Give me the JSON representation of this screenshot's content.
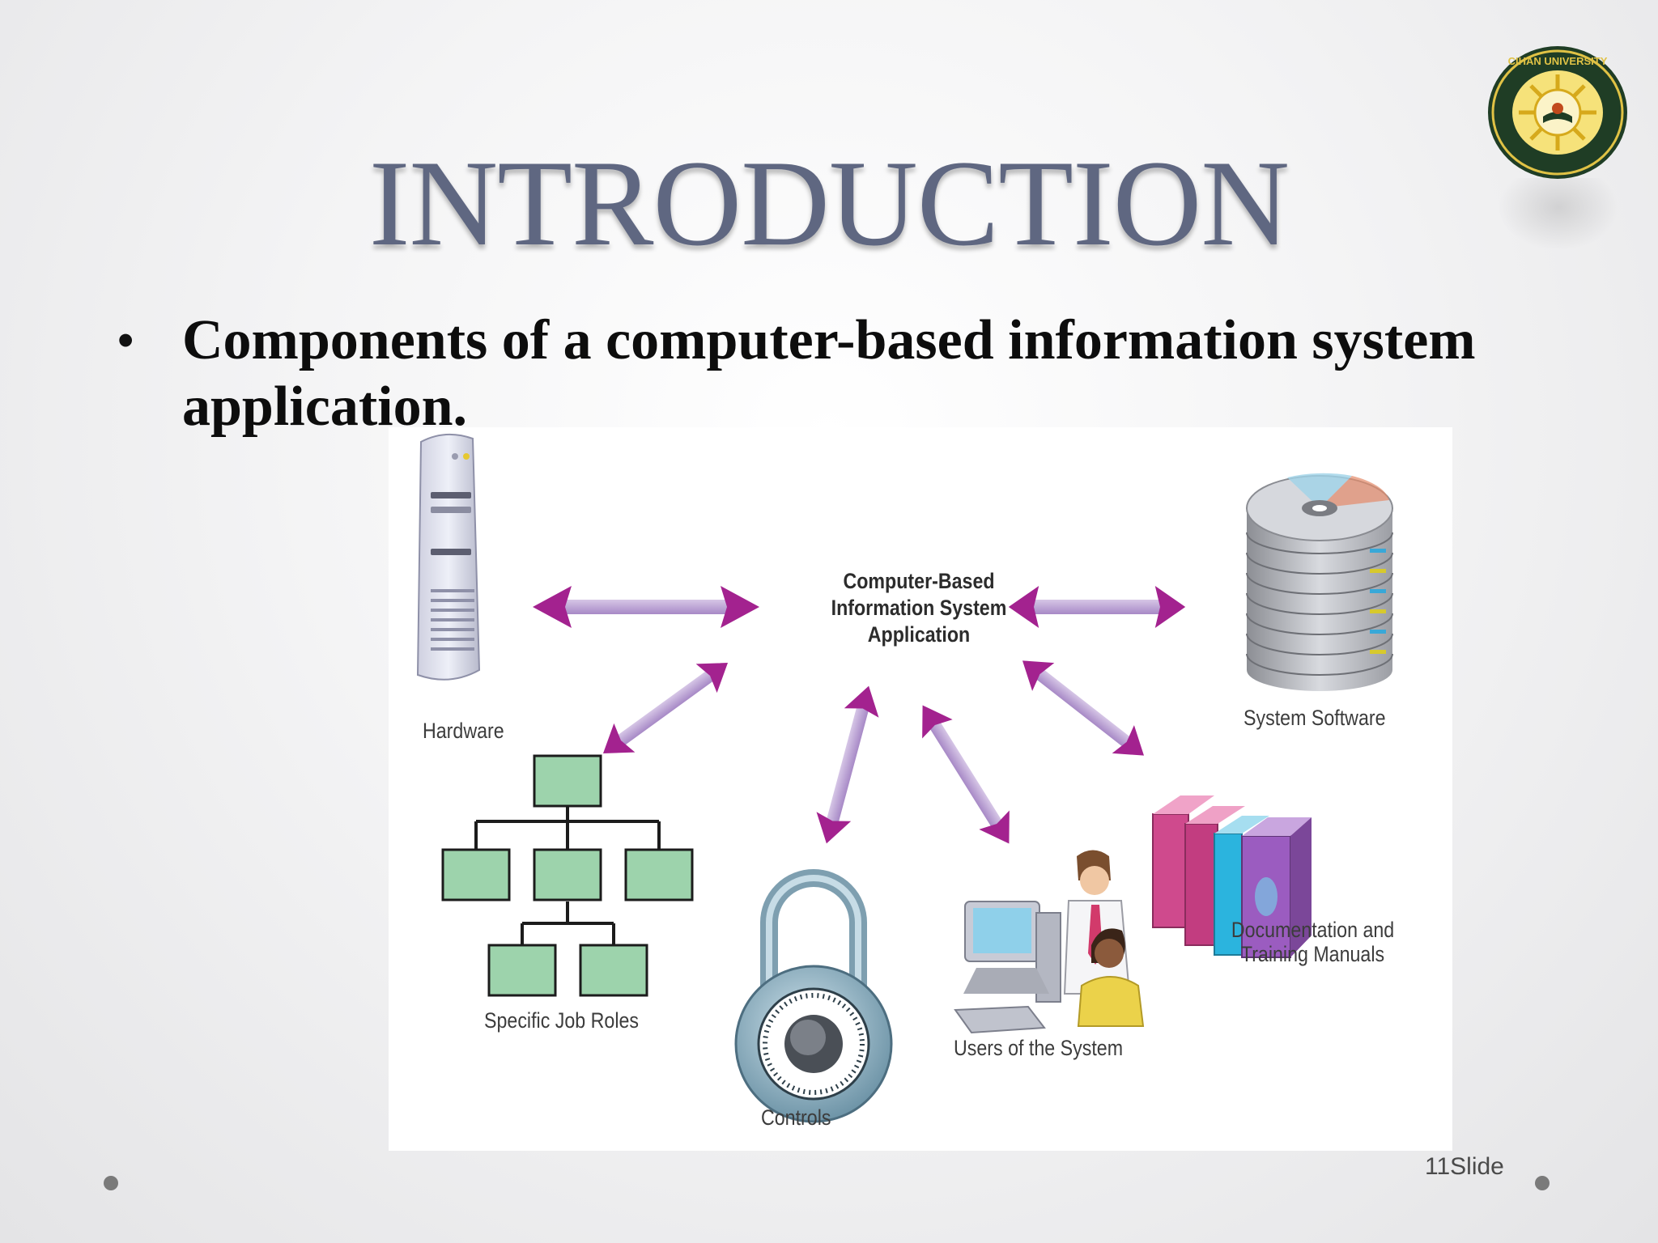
{
  "slide": {
    "title": "INTRODUCTION",
    "bullet": "Components of a computer-based information system application.",
    "slide_number": "11Slide"
  },
  "logo": {
    "text_top": "CIHAN UNIVERSITY",
    "colors": {
      "ring": "#1f3d25",
      "gold": "#e0c245"
    }
  },
  "diagram": {
    "center": "Computer-Based Information System Application",
    "components": [
      {
        "label": "Hardware",
        "icon": "server-tower-icon"
      },
      {
        "label": "System Software",
        "icon": "disc-stack-icon"
      },
      {
        "label": "Specific Job Roles",
        "icon": "org-chart-icon"
      },
      {
        "label": "Controls",
        "icon": "padlock-icon"
      },
      {
        "label": "Users of the System",
        "icon": "users-at-computer-icon"
      },
      {
        "label": "Documentation and Training Manuals",
        "icon": "books-icon"
      }
    ],
    "colors": {
      "arrow_head": "#a3228f",
      "arrow_shaft": "#bda7d3",
      "org_box": "#9dd3ac",
      "book_pink": "#cf4a8d",
      "book_blue": "#2bb4de",
      "book_purple": "#9b5cc0"
    }
  }
}
